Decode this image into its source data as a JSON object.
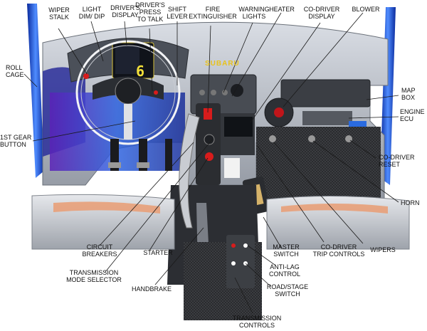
{
  "labels": {
    "wiper_stalk": "WIPER\nSTALK",
    "light_dim_dip": "LIGHT\nDIM/ DIP",
    "drivers_display": "DRIVER'S\nDISPLAY",
    "drivers_press_to_talk": "DRIVER'S\nPRESS\nTO TALK",
    "shift_lever": "SHIFT\nLEVER",
    "fire_extinguisher": "FIRE\nEXTINGUISHER",
    "warning_lights": "WARNING\nLIGHTS",
    "heater": "HEATER",
    "co_driver_display": "CO-DRIVER\nDISPLAY",
    "blower": "BLOWER",
    "roll_cage": "ROLL\nCAGE",
    "map_box": "MAP\nBOX",
    "engine_ecu": "ENGINE\nECU",
    "first_gear_button": "1ST GEAR\nBUTTON",
    "co_driver_reset": "CO-DRIVER\nRESET",
    "horn": "HORN",
    "circuit_breakers": "CIRCUIT\nBREAKERS",
    "starter": "STARTER",
    "transmission_mode_selector": "TRANSMISSION\nMODE SELECTOR",
    "handbrake": "HANDBRAKE",
    "master_switch": "MASTER\nSWITCH",
    "co_driver_trip_controls": "CO-DRIVER\nTRIP CONTROLS",
    "wipers": "WIPERS",
    "anti_lag_control": "ANTI-LAG\nCONTROL",
    "road_stage_switch": "ROAD/STAGE\nSWITCH",
    "transmission_controls": "TRANSMISSION\nCONTROLS"
  },
  "dash": {
    "logo": "SUBARU",
    "gear_digit": "6"
  }
}
